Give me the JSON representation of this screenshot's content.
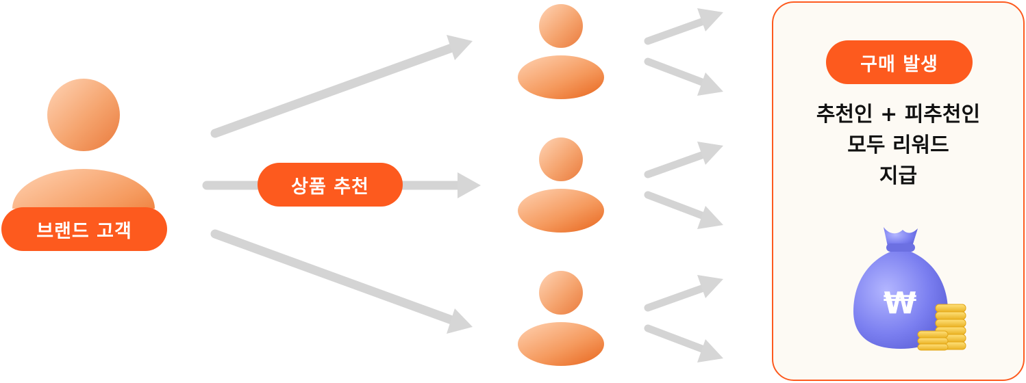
{
  "labels": {
    "brand_customer": "브랜드 고객",
    "product_recommendation": "상품 추천",
    "purchase_occurs": "구매 발생"
  },
  "reward": {
    "lines": [
      "추천인 + 피추천인",
      "모두 리워드",
      "지급"
    ]
  },
  "money_bag": {
    "currency_symbol": "₩"
  },
  "colors": {
    "accent": "#fd5a1e",
    "person": "#f5a46e",
    "bag": "#7b7ff0",
    "coin": "#f6c63a",
    "arrow": "#d9d9d9"
  }
}
